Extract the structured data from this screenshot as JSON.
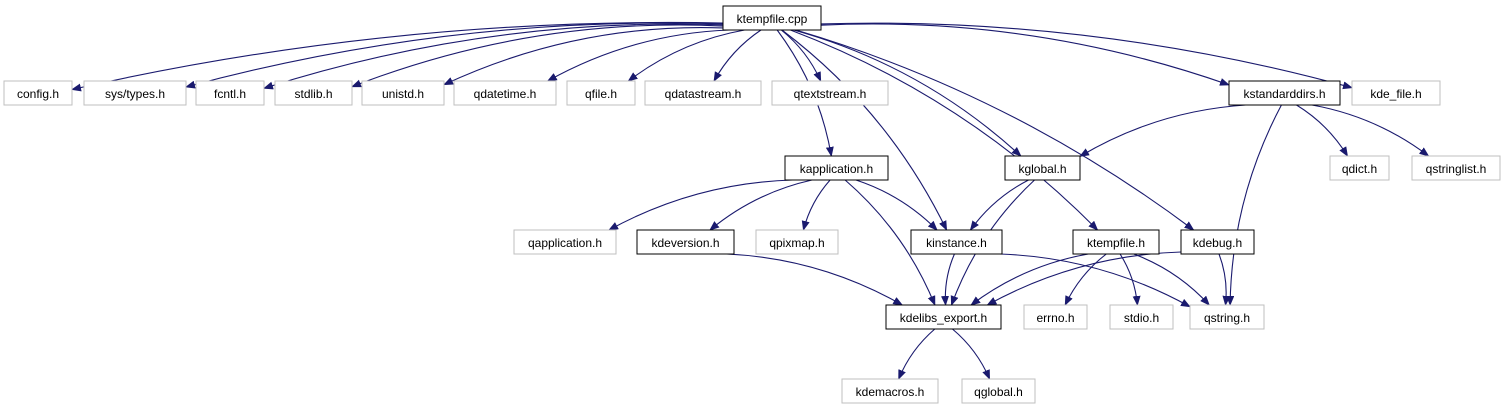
{
  "colors": {
    "edge": "#1a1a6e",
    "root_fill": "#bfbfbf",
    "linked_border": "#000000",
    "external_border": "#bfbfbf"
  },
  "root": "ktempfile.cpp",
  "nodes": [
    {
      "id": "ktempfile_cpp",
      "label": "ktempfile.cpp",
      "kind": "root"
    },
    {
      "id": "config_h",
      "label": "config.h",
      "kind": "external"
    },
    {
      "id": "sys_types_h",
      "label": "sys/types.h",
      "kind": "external"
    },
    {
      "id": "fcntl_h",
      "label": "fcntl.h",
      "kind": "external"
    },
    {
      "id": "stdlib_h",
      "label": "stdlib.h",
      "kind": "external"
    },
    {
      "id": "unistd_h",
      "label": "unistd.h",
      "kind": "external"
    },
    {
      "id": "qdatetime_h",
      "label": "qdatetime.h",
      "kind": "external"
    },
    {
      "id": "qfile_h",
      "label": "qfile.h",
      "kind": "external"
    },
    {
      "id": "qdatastream_h",
      "label": "qdatastream.h",
      "kind": "external"
    },
    {
      "id": "qtextstream_h",
      "label": "qtextstream.h",
      "kind": "external"
    },
    {
      "id": "kstandarddirs_h",
      "label": "kstandarddirs.h",
      "kind": "linked"
    },
    {
      "id": "kde_file_h",
      "label": "kde_file.h",
      "kind": "external"
    },
    {
      "id": "kapplication_h",
      "label": "kapplication.h",
      "kind": "linked"
    },
    {
      "id": "kglobal_h",
      "label": "kglobal.h",
      "kind": "linked"
    },
    {
      "id": "qdict_h",
      "label": "qdict.h",
      "kind": "external"
    },
    {
      "id": "qstringlist_h",
      "label": "qstringlist.h",
      "kind": "external"
    },
    {
      "id": "qapplication_h",
      "label": "qapplication.h",
      "kind": "external"
    },
    {
      "id": "kdeversion_h",
      "label": "kdeversion.h",
      "kind": "linked"
    },
    {
      "id": "qpixmap_h",
      "label": "qpixmap.h",
      "kind": "external"
    },
    {
      "id": "kinstance_h",
      "label": "kinstance.h",
      "kind": "linked"
    },
    {
      "id": "ktempfile_h",
      "label": "ktempfile.h",
      "kind": "linked"
    },
    {
      "id": "kdebug_h",
      "label": "kdebug.h",
      "kind": "linked"
    },
    {
      "id": "kdelibs_export_h",
      "label": "kdelibs_export.h",
      "kind": "linked"
    },
    {
      "id": "errno_h",
      "label": "errno.h",
      "kind": "external"
    },
    {
      "id": "stdio_h",
      "label": "stdio.h",
      "kind": "external"
    },
    {
      "id": "qstring_h",
      "label": "qstring.h",
      "kind": "external"
    },
    {
      "id": "kdemacros_h",
      "label": "kdemacros.h",
      "kind": "external"
    },
    {
      "id": "qglobal_h",
      "label": "qglobal.h",
      "kind": "external"
    }
  ],
  "edges": [
    {
      "from": "ktempfile_cpp",
      "to": "config_h"
    },
    {
      "from": "ktempfile_cpp",
      "to": "sys_types_h"
    },
    {
      "from": "ktempfile_cpp",
      "to": "fcntl_h"
    },
    {
      "from": "ktempfile_cpp",
      "to": "stdlib_h"
    },
    {
      "from": "ktempfile_cpp",
      "to": "unistd_h"
    },
    {
      "from": "ktempfile_cpp",
      "to": "qdatetime_h"
    },
    {
      "from": "ktempfile_cpp",
      "to": "qfile_h"
    },
    {
      "from": "ktempfile_cpp",
      "to": "qdatastream_h"
    },
    {
      "from": "ktempfile_cpp",
      "to": "qtextstream_h"
    },
    {
      "from": "ktempfile_cpp",
      "to": "kstandarddirs_h"
    },
    {
      "from": "ktempfile_cpp",
      "to": "kde_file_h"
    },
    {
      "from": "ktempfile_cpp",
      "to": "kapplication_h"
    },
    {
      "from": "ktempfile_cpp",
      "to": "kinstance_h"
    },
    {
      "from": "ktempfile_cpp",
      "to": "kglobal_h"
    },
    {
      "from": "ktempfile_cpp",
      "to": "ktempfile_h"
    },
    {
      "from": "ktempfile_cpp",
      "to": "kdebug_h"
    },
    {
      "from": "kstandarddirs_h",
      "to": "kglobal_h"
    },
    {
      "from": "kstandarddirs_h",
      "to": "qdict_h"
    },
    {
      "from": "kstandarddirs_h",
      "to": "qstringlist_h"
    },
    {
      "from": "kstandarddirs_h",
      "to": "qstring_h"
    },
    {
      "from": "kapplication_h",
      "to": "qapplication_h"
    },
    {
      "from": "kapplication_h",
      "to": "kdeversion_h"
    },
    {
      "from": "kapplication_h",
      "to": "qpixmap_h"
    },
    {
      "from": "kapplication_h",
      "to": "kinstance_h"
    },
    {
      "from": "kapplication_h",
      "to": "kdelibs_export_h"
    },
    {
      "from": "kglobal_h",
      "to": "kinstance_h"
    },
    {
      "from": "kglobal_h",
      "to": "kdelibs_export_h"
    },
    {
      "from": "kdeversion_h",
      "to": "kdelibs_export_h"
    },
    {
      "from": "kinstance_h",
      "to": "kdelibs_export_h"
    },
    {
      "from": "kinstance_h",
      "to": "qstring_h"
    },
    {
      "from": "ktempfile_h",
      "to": "kdelibs_export_h"
    },
    {
      "from": "ktempfile_h",
      "to": "errno_h"
    },
    {
      "from": "ktempfile_h",
      "to": "stdio_h"
    },
    {
      "from": "ktempfile_h",
      "to": "qstring_h"
    },
    {
      "from": "kdebug_h",
      "to": "kdelibs_export_h"
    },
    {
      "from": "kdebug_h",
      "to": "qstring_h"
    },
    {
      "from": "kdelibs_export_h",
      "to": "kdemacros_h"
    },
    {
      "from": "kdelibs_export_h",
      "to": "qglobal_h"
    }
  ]
}
